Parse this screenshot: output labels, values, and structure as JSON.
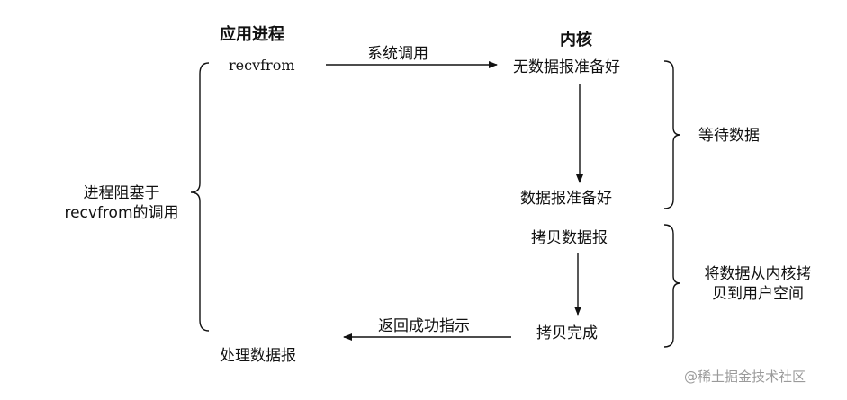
{
  "headers": {
    "app_process": "应用进程",
    "kernel": "内核"
  },
  "app": {
    "call": "recvfrom",
    "process_data": "处理数据报"
  },
  "arrows": {
    "syscall": "系统调用",
    "return_success": "返回成功指示"
  },
  "kernel_steps": {
    "no_data_ready": "无数据报准备好",
    "data_ready": "数据报准备好",
    "copy_datagram": "拷贝数据报",
    "copy_complete": "拷贝完成"
  },
  "brackets": {
    "blocked_line1": "进程阻塞于",
    "blocked_line2": "recvfrom的调用",
    "wait_data": "等待数据",
    "copy_line1": "将数据从内核拷",
    "copy_line2": "贝到用户空间"
  },
  "watermark": "@稀土掘金技术社区",
  "colors": {
    "ink": "#111111",
    "watermark": "#9a9a9a",
    "background": "#ffffff"
  }
}
